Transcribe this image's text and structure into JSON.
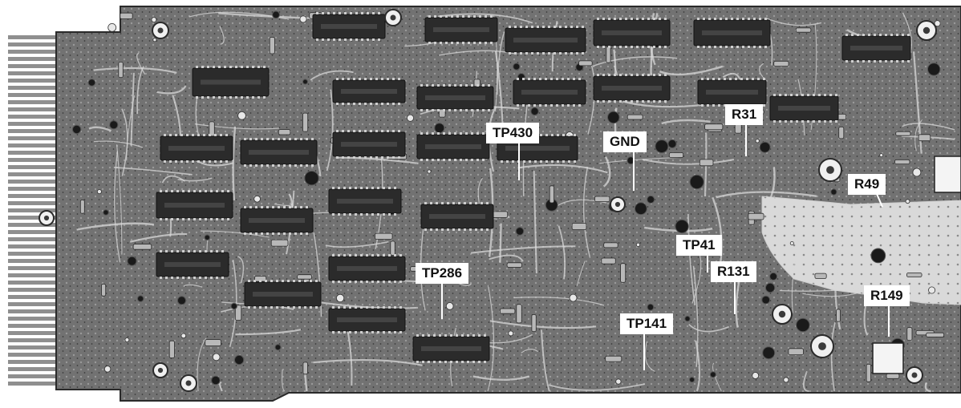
{
  "image": {
    "subject": "circuit-board-photo",
    "style": "black-and-white",
    "colors": {
      "board": "#6e6e6e",
      "dark": "#1a1a1a",
      "trace": "#d8d8d8",
      "label_bg": "#ffffff",
      "label_text": "#111111"
    }
  },
  "labels": {
    "tp430": "TP430",
    "gnd": "GND",
    "r31": "R31",
    "r49": "R49",
    "tp41": "TP41",
    "r131": "R131",
    "tp286": "TP286",
    "r149": "R149",
    "tp141": "TP141"
  }
}
